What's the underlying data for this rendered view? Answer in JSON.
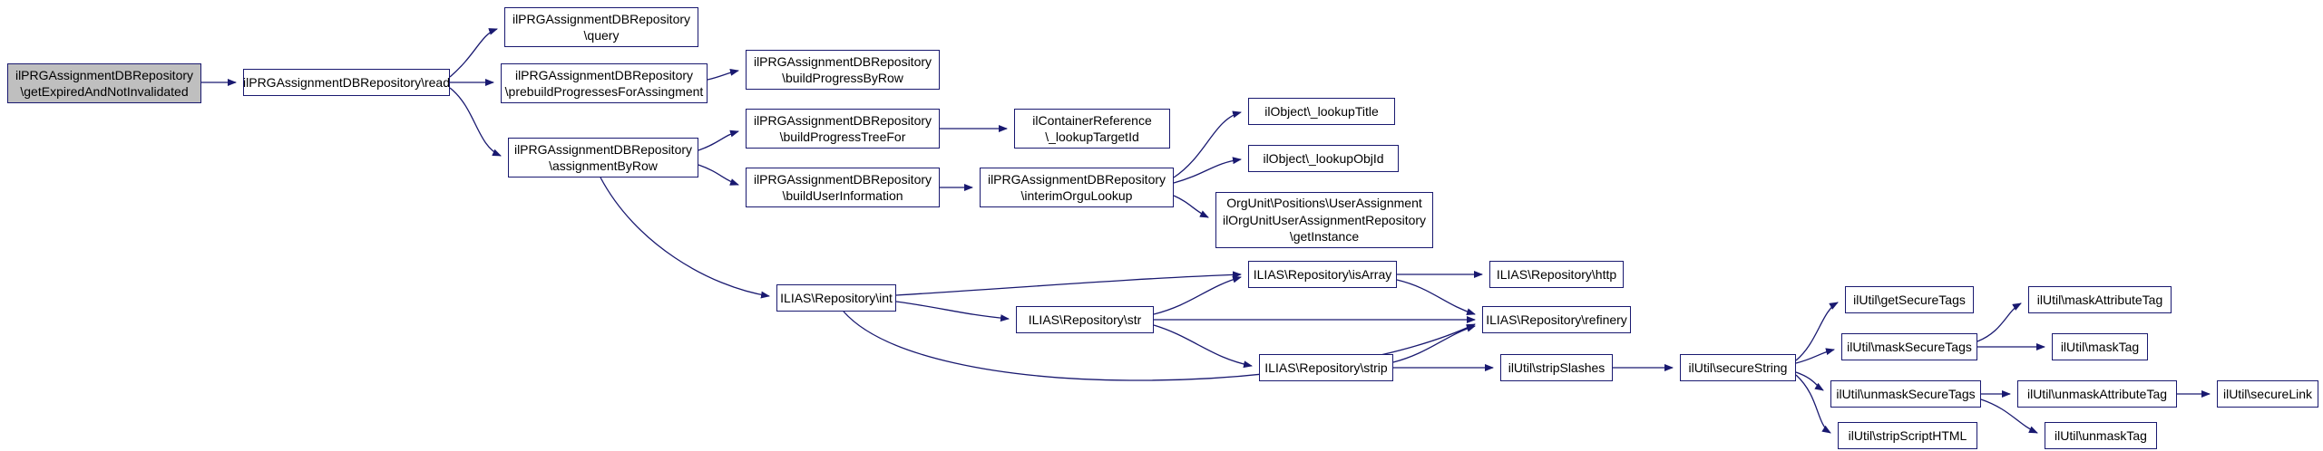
{
  "diagram": {
    "type": "doxygen-call-graph",
    "colors": {
      "edge": "#191970",
      "node-border": "#191970",
      "node-fill": "#ffffff",
      "node-highlight-fill": "#bfbfbf",
      "node-text": "#000000",
      "background": "#ffffff"
    },
    "nodes": [
      {
        "id": "getExpiredAndNotInvalidated",
        "label": "ilPRGAssignmentDBRepository\n\\getExpiredAndNotInvalidated"
      },
      {
        "id": "read",
        "label": "ilPRGAssignmentDBRepository\\read"
      },
      {
        "id": "query",
        "label": "ilPRGAssignmentDBRepository\n\\query"
      },
      {
        "id": "prebuildProgressesForAssingment",
        "label": "ilPRGAssignmentDBRepository\n\\prebuildProgressesForAssingment"
      },
      {
        "id": "buildProgressByRow",
        "label": "ilPRGAssignmentDBRepository\n\\buildProgressByRow"
      },
      {
        "id": "assignmentByRow",
        "label": "ilPRGAssignmentDBRepository\n\\assignmentByRow"
      },
      {
        "id": "buildProgressTreeFor",
        "label": "ilPRGAssignmentDBRepository\n\\buildProgressTreeFor"
      },
      {
        "id": "lookupTargetId",
        "label": "ilContainerReference\n\\_lookupTargetId"
      },
      {
        "id": "buildUserInformation",
        "label": "ilPRGAssignmentDBRepository\n\\buildUserInformation"
      },
      {
        "id": "interimOrguLookup",
        "label": "ilPRGAssignmentDBRepository\n\\interimOrguLookup"
      },
      {
        "id": "lookupTitle",
        "label": "ilObject\\_lookupTitle"
      },
      {
        "id": "lookupObjId",
        "label": "ilObject\\_lookupObjId"
      },
      {
        "id": "getInstance",
        "label": "OrgUnit\\Positions\\UserAssignment\nilOrgUnitUserAssignmentRepository\n\\getInstance"
      },
      {
        "id": "int",
        "label": "ILIAS\\Repository\\int"
      },
      {
        "id": "isArray",
        "label": "ILIAS\\Repository\\isArray"
      },
      {
        "id": "http",
        "label": "ILIAS\\Repository\\http"
      },
      {
        "id": "str",
        "label": "ILIAS\\Repository\\str"
      },
      {
        "id": "refinery",
        "label": "ILIAS\\Repository\\refinery"
      },
      {
        "id": "strip",
        "label": "ILIAS\\Repository\\strip"
      },
      {
        "id": "stripSlashes",
        "label": "ilUtil\\stripSlashes"
      },
      {
        "id": "secureString",
        "label": "ilUtil\\secureString"
      },
      {
        "id": "getSecureTags",
        "label": "ilUtil\\getSecureTags"
      },
      {
        "id": "maskSecureTags",
        "label": "ilUtil\\maskSecureTags"
      },
      {
        "id": "maskAttributeTag",
        "label": "ilUtil\\maskAttributeTag"
      },
      {
        "id": "maskTag",
        "label": "ilUtil\\maskTag"
      },
      {
        "id": "unmaskSecureTags",
        "label": "ilUtil\\unmaskSecureTags"
      },
      {
        "id": "unmaskAttributeTag",
        "label": "ilUtil\\unmaskAttributeTag"
      },
      {
        "id": "secureLink",
        "label": "ilUtil\\secureLink"
      },
      {
        "id": "stripScriptHTML",
        "label": "ilUtil\\stripScriptHTML"
      },
      {
        "id": "unmaskTag",
        "label": "ilUtil\\unmaskTag"
      }
    ]
  }
}
